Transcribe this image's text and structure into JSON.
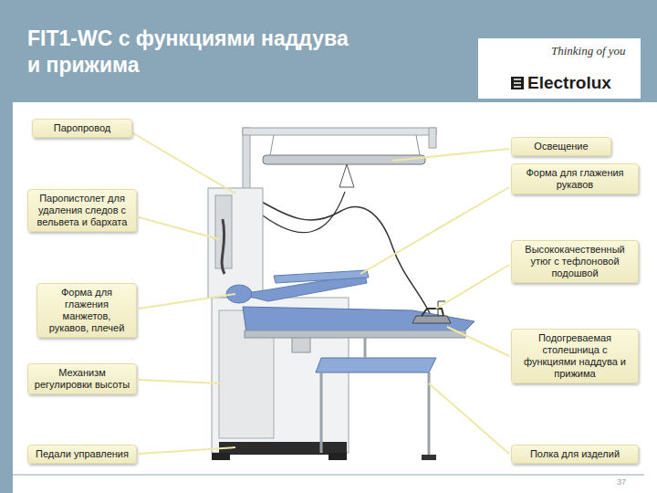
{
  "diagram": {
    "title": "FIT1-WC с функциями наддува и прижима",
    "nodes": [
      {
        "text": [
          "Паропровод"
        ]
      },
      {
        "text": [
          "Освещение"
        ]
      },
      {
        "text": [
          "Форма для глажения рукавов"
        ]
      },
      {
        "text": [
          "Паропистолет для удаления следов с вельвета и бархата"
        ]
      },
      {
        "text": [
          "Высококачественный утюг с тефлоновой подошвой"
        ]
      },
      {
        "text": [
          "Форма для глажения манжетов, рукавов, плечей"
        ]
      },
      {
        "text": [
          "Подогреваемая столешница с функциями наддува и прижима"
        ]
      },
      {
        "text": [
          "Механизм регулировки высоты"
        ]
      },
      {
        "text": [
          "Педали управления"
        ]
      },
      {
        "text": [
          "Полка для изделий"
        ]
      }
    ],
    "edges": [],
    "labels": [
      "Thinking of you",
      "Electrolux",
      "37"
    ]
  }
}
